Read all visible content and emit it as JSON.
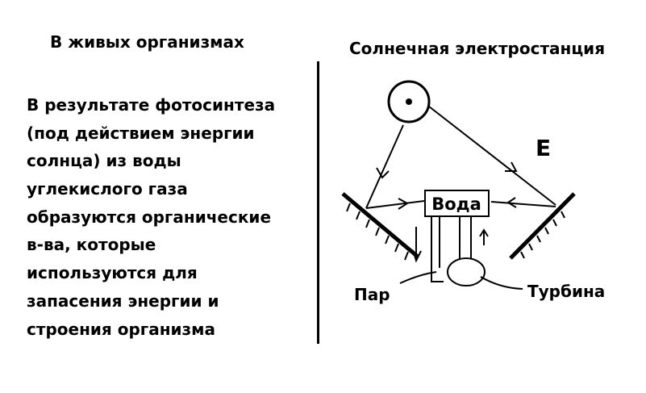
{
  "left": {
    "heading": "В живых организмах",
    "paragraph_lines": [
      "В результате фотосинтеза",
      "(под действием энергии",
      "солнца) из воды",
      "углекислого газа",
      "образуются органические",
      "в-ва, которые",
      "используются для",
      "запасения энергии и",
      "строения организма"
    ]
  },
  "right": {
    "heading": "Солнечная электростанция",
    "diagram": {
      "energy_label": "E",
      "water_label": "Вода",
      "steam_label": "Пар",
      "turbine_label": "Турбина"
    }
  }
}
